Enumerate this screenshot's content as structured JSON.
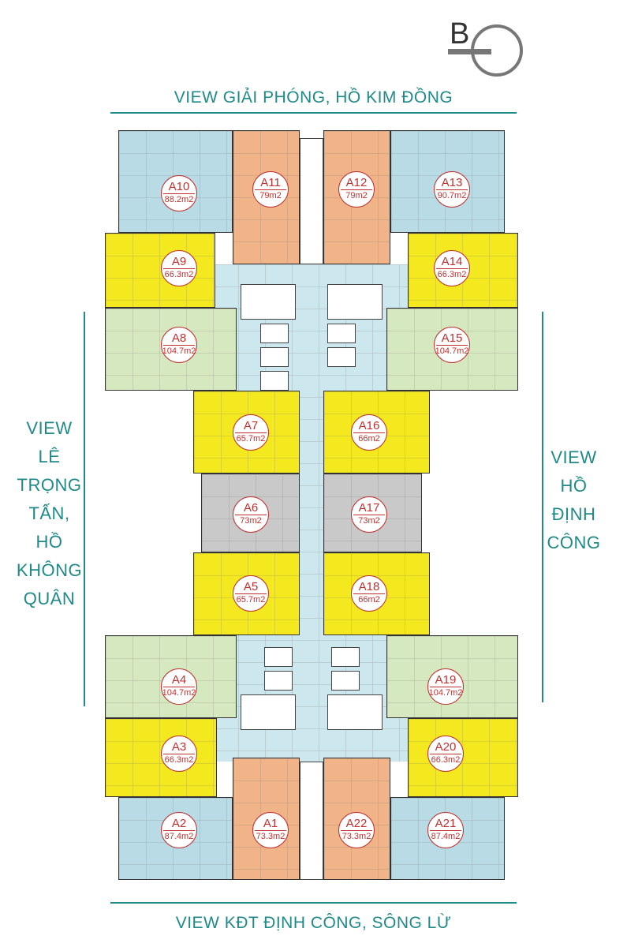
{
  "logo": {
    "text": "B"
  },
  "views": {
    "top": "VIEW GIẢI PHÓNG, HỒ KIM ĐỒNG",
    "bottom": "VIEW KĐT ĐỊNH CÔNG, SÔNG LỪ",
    "left": [
      "VIEW",
      "LÊ",
      "TRỌNG",
      "TẤN,",
      "HỒ",
      "KHÔNG",
      "QUÂN"
    ],
    "right": [
      "VIEW",
      "HỒ",
      "ĐỊNH",
      "CÔNG"
    ]
  },
  "colors": {
    "blue": "#b8dbe6",
    "orange": "#f1b488",
    "yellow": "#f4e91f",
    "green": "#d6e8bf",
    "gray": "#c9c9c9",
    "corridor": "#cde7ee",
    "accent": "#1f8a87",
    "label": "#c0312f"
  },
  "units": [
    {
      "code": "A10",
      "area": "88.2m2",
      "color": "blue"
    },
    {
      "code": "A11",
      "area": "79m2",
      "color": "orange"
    },
    {
      "code": "A12",
      "area": "79m2",
      "color": "orange"
    },
    {
      "code": "A13",
      "area": "90.7m2",
      "color": "blue"
    },
    {
      "code": "A9",
      "area": "66.3m2",
      "color": "yellow"
    },
    {
      "code": "A14",
      "area": "66.3m2",
      "color": "yellow"
    },
    {
      "code": "A8",
      "area": "104.7m2",
      "color": "green"
    },
    {
      "code": "A15",
      "area": "104.7m2",
      "color": "green"
    },
    {
      "code": "A7",
      "area": "65.7m2",
      "color": "yellow"
    },
    {
      "code": "A16",
      "area": "66m2",
      "color": "yellow"
    },
    {
      "code": "A6",
      "area": "73m2",
      "color": "gray"
    },
    {
      "code": "A17",
      "area": "73m2",
      "color": "gray"
    },
    {
      "code": "A5",
      "area": "65.7m2",
      "color": "yellow"
    },
    {
      "code": "A18",
      "area": "66m2",
      "color": "yellow"
    },
    {
      "code": "A4",
      "area": "104.7m2",
      "color": "green"
    },
    {
      "code": "A19",
      "area": "104.7m2",
      "color": "green"
    },
    {
      "code": "A3",
      "area": "66.3m2",
      "color": "yellow"
    },
    {
      "code": "A20",
      "area": "66.3m2",
      "color": "yellow"
    },
    {
      "code": "A2",
      "area": "87.4m2",
      "color": "blue"
    },
    {
      "code": "A1",
      "area": "73.3m2",
      "color": "orange"
    },
    {
      "code": "A22",
      "area": "73.3m2",
      "color": "orange"
    },
    {
      "code": "A21",
      "area": "87.4m2",
      "color": "blue"
    }
  ]
}
